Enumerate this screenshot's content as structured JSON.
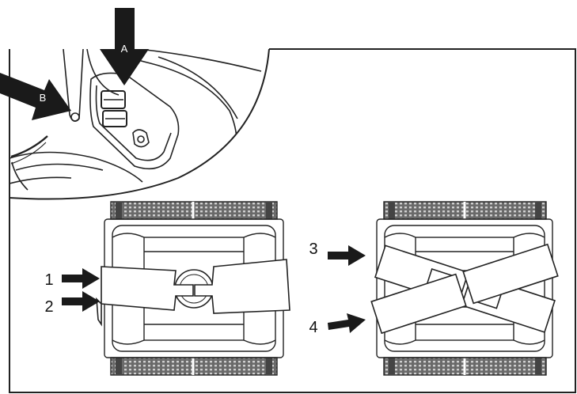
{
  "figure": {
    "detail_view": {
      "arrow_a_label": "A",
      "arrow_b_label": "B"
    },
    "left_robot": {
      "callout_1": "1",
      "callout_2": "2"
    },
    "right_robot": {
      "callout_3": "3",
      "callout_4": "4"
    }
  },
  "colors": {
    "line": "#222222",
    "arrow_fill": "#1a1a1a",
    "brush_fill": "#555555",
    "background": "#ffffff"
  }
}
